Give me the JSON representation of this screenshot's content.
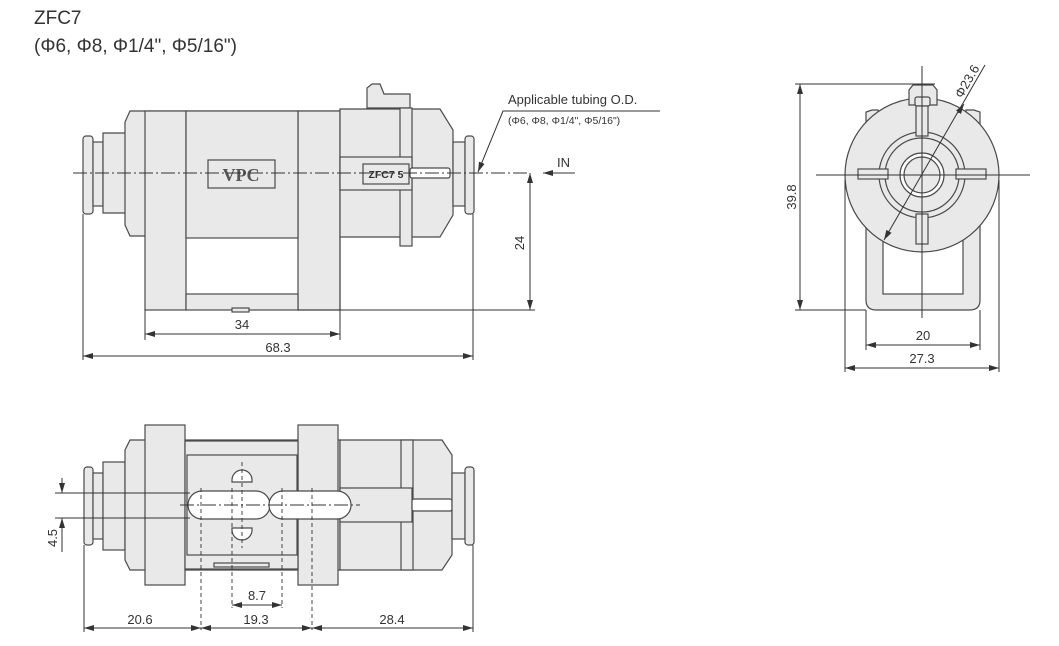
{
  "header": {
    "model": "ZFC7",
    "sizes": "(Φ6, Φ8, Φ1/4\", Φ5/16\")"
  },
  "front_view": {
    "body_label": "VPC",
    "model_label": "ZFC7 5",
    "callout_title": "Applicable tubing O.D.",
    "callout_sizes": "(Φ6, Φ8, Φ1/4\", Φ5/16\")",
    "flow_label": "IN",
    "dims": {
      "mount_width": "34",
      "overall_length": "68.3",
      "center_height": "24"
    }
  },
  "side_view": {
    "dims": {
      "height": "39.8",
      "diameter": "Φ23.6",
      "mount_width": "20",
      "overall_width": "27.3"
    }
  },
  "bottom_view": {
    "dims": {
      "slot_width": "4.5",
      "hole_pitch": "8.7",
      "left_offset": "20.6",
      "slot_pitch": "19.3",
      "right_offset": "28.4"
    }
  }
}
